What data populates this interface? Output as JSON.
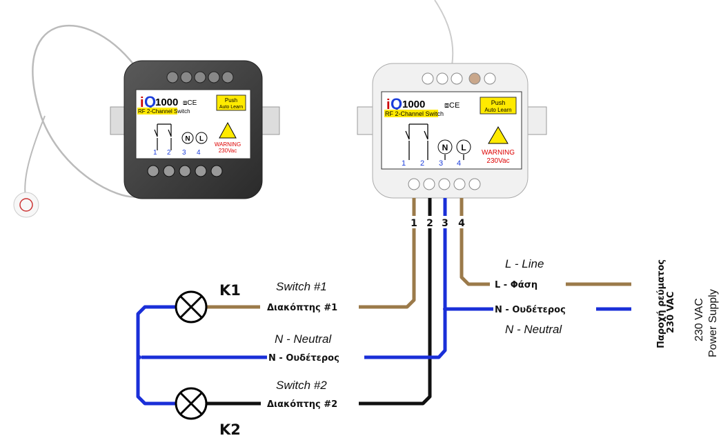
{
  "device": {
    "brand_i": "i",
    "brand_q": "Q",
    "model": "1000",
    "subtitle": "RF 2-Channel Switch",
    "cert": "⧈CE",
    "push_line1": "Push",
    "push_line2": "Auto Learn",
    "warning": "WARNING",
    "voltage": "230Vac",
    "N": "N",
    "L": "L",
    "t1": "1",
    "t2": "2",
    "t3": "3",
    "t4": "4"
  },
  "terminals": [
    "1",
    "2",
    "3",
    "4"
  ],
  "lamps": {
    "k1": "K1",
    "k2": "K2"
  },
  "labels": {
    "switch1_en": "Switch #1",
    "switch1_gr": "Διακόπτης #1",
    "neutral_en_left": "N - Neutral",
    "neutral_gr_left": "N - Ουδέτερος",
    "switch2_en": "Switch #2",
    "switch2_gr": "Διακόπτης #2",
    "line_en": "L - Line",
    "line_gr": "L - Φάση",
    "neutral_gr_right": "N - Ουδέτερος",
    "neutral_en_right": "N - Neutral",
    "supply_gr1": "Παροχή ρεύματος",
    "supply_gr2": "230 VAC",
    "supply_en1": "230 VAC",
    "supply_en2": "Power Supply"
  },
  "colors": {
    "line_brown": "#9b7a4a",
    "neutral_blue": "#1a2fd8",
    "switch_black": "#111111"
  }
}
